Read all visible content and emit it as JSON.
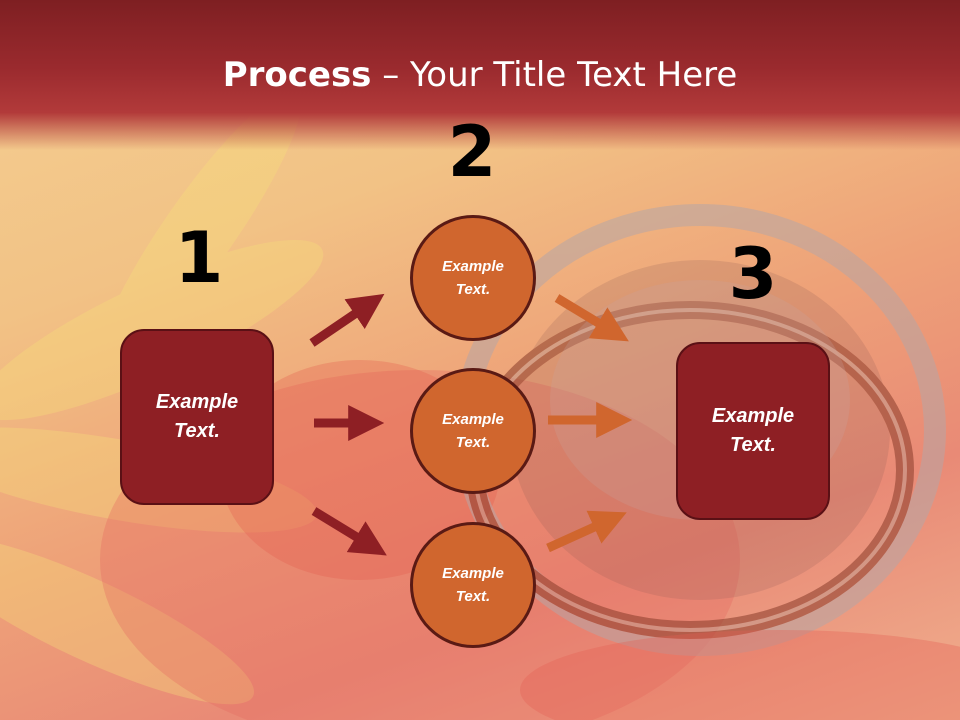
{
  "slide": {
    "title_bold": "Process",
    "title_rest": " – Your Title Text Here"
  },
  "steps": [
    {
      "number": "1"
    },
    {
      "number": "2"
    },
    {
      "number": "3"
    }
  ],
  "box_left": {
    "label": "Example\nText."
  },
  "box_right": {
    "label": "Example\nText."
  },
  "circles": [
    {
      "label": "Example\nText."
    },
    {
      "label": "Example\nText."
    },
    {
      "label": "Example\nText."
    }
  ],
  "colors": {
    "header": "#8e2428",
    "box_fill": "#8e1f24",
    "circle_fill": "#d0662e",
    "arrow_left": "#8e1f24",
    "arrow_right": "#d0662e"
  }
}
